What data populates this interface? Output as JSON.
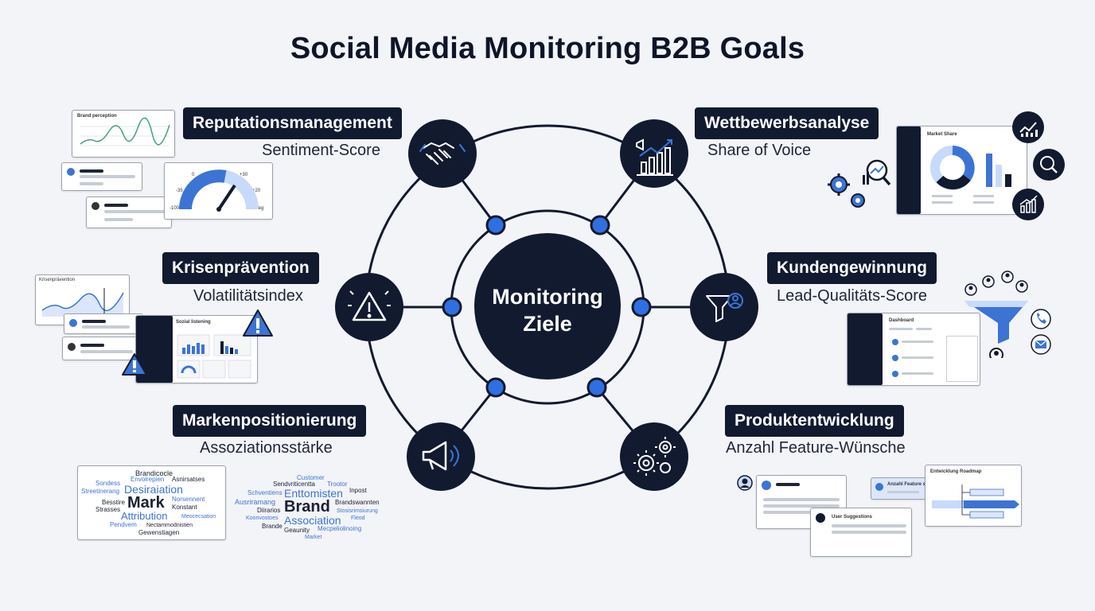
{
  "title": "Social Media Monitoring B2B Goals",
  "center": {
    "line1": "Monitoring",
    "line2": "Ziele"
  },
  "goals": [
    {
      "label": "Reputationsmanagement",
      "metric": "Sentiment-Score",
      "icon": "handshake-icon"
    },
    {
      "label": "Wettbewerbsanalyse",
      "metric": "Share of Voice",
      "icon": "growth-chart-icon"
    },
    {
      "label": "Krisenprävention",
      "metric": "Volatilitätsindex",
      "icon": "warning-icon"
    },
    {
      "label": "Kundengewinnung",
      "metric": "Lead-Qualitäts-Score",
      "icon": "funnel-user-icon"
    },
    {
      "label": "Markenpositionierung",
      "metric": "Assoziationsstärke",
      "icon": "megaphone-icon"
    },
    {
      "label": "Produktentwicklung",
      "metric": "Anzahl Feature-Wünsche",
      "icon": "gears-icon"
    }
  ],
  "mock": {
    "brand_perception": "Brand perception",
    "gauge_ticks": [
      "0",
      "+30",
      "+20",
      "-35",
      "-100",
      "-Veg"
    ],
    "krisen_chart": "Krisenprävention",
    "sozial_title": "Sozial listening",
    "market_share": "Market Share",
    "dashboard": "Dashboard",
    "feature_title": "Anzahl Feature suggestion",
    "user_suggestions": "User Suggestions",
    "roadmap": "Entwicklung Roadmap",
    "wordcloud_left": [
      "Brandicocle",
      "Sondess",
      "Envolrepien",
      "Asnirsatses",
      "Streetinerang",
      "Desiraiation",
      "Besstire",
      "Mark",
      "Norsennent",
      "Strasses",
      "Konstant",
      "Attribution",
      "Meocecsation",
      "Pendvem",
      "Nectammodnistien",
      "Gewenstiagen"
    ],
    "wordcloud_right": [
      "Customer",
      "Sendvriticentta",
      "Trootor",
      "Schventiens",
      "Enttomisten",
      "Inpost",
      "Ausriramang",
      "Brand",
      "Brandswannten",
      "Diirarios",
      "Stosisrimsiurung",
      "Koonvostoes",
      "Association",
      "Fleod",
      "Brande",
      "Geaunity",
      "Mecpeliolinoing",
      "Market"
    ]
  },
  "colors": {
    "navy": "#121a30",
    "accent": "#3c74d4",
    "node": "#2f6fe0"
  }
}
